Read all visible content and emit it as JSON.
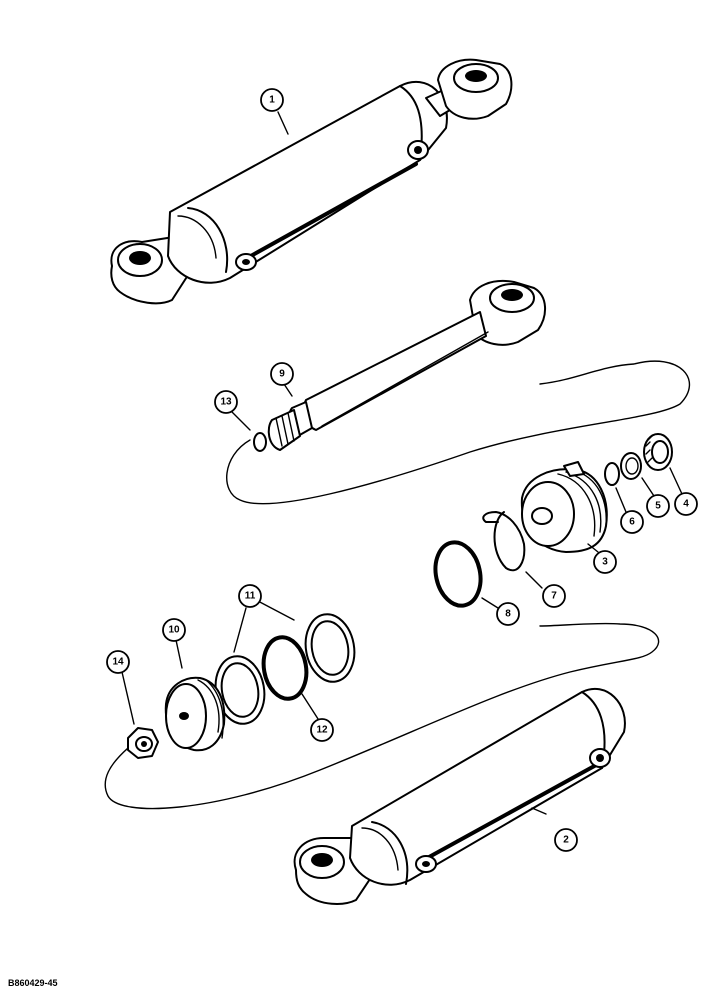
{
  "callouts": [
    {
      "id": "1",
      "label": "1"
    },
    {
      "id": "2",
      "label": "2"
    },
    {
      "id": "3",
      "label": "3"
    },
    {
      "id": "4",
      "label": "4"
    },
    {
      "id": "5",
      "label": "5"
    },
    {
      "id": "6",
      "label": "6"
    },
    {
      "id": "7",
      "label": "7"
    },
    {
      "id": "8",
      "label": "8"
    },
    {
      "id": "9",
      "label": "9"
    },
    {
      "id": "10",
      "label": "10"
    },
    {
      "id": "11",
      "label": "11"
    },
    {
      "id": "12",
      "label": "12"
    },
    {
      "id": "13",
      "label": "13"
    },
    {
      "id": "14",
      "label": "14"
    }
  ],
  "reference_code": "B860429-45"
}
